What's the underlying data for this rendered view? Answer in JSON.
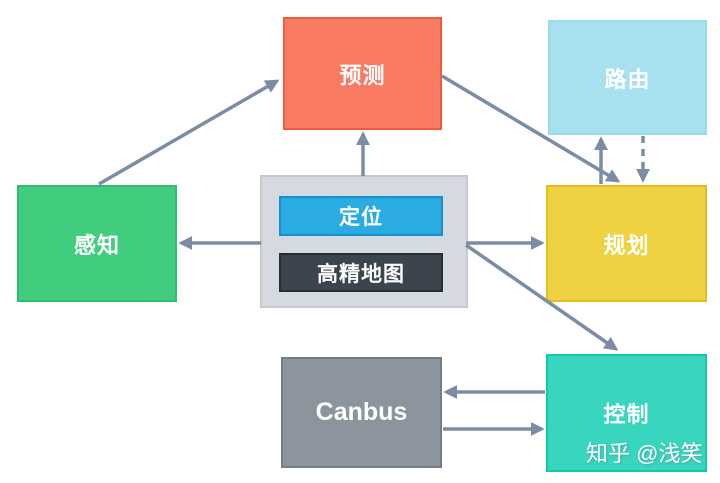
{
  "diagram": {
    "arrow_color": "#7C8DA3",
    "watermark": "知乎 @浅笑",
    "nodes": {
      "perception": {
        "label": "感知",
        "fill": "#41CD7D",
        "border": "#2EBE6F"
      },
      "prediction": {
        "label": "预测",
        "fill": "#F87A62",
        "border": "#F15B39"
      },
      "routing": {
        "label": "路由",
        "fill": "#A7E1F0",
        "border": "#99DAEC"
      },
      "planning": {
        "label": "规划",
        "fill": "#EFD242",
        "border": "#E5BE1E"
      },
      "control": {
        "label": "控制",
        "fill": "#38D6BF",
        "border": "#12C9AD"
      },
      "canbus": {
        "label": "Canbus",
        "fill": "#8C959D",
        "border": "#737D86"
      },
      "map_module": {
        "fill": "#D4DADF",
        "border": "#C2C9D0"
      },
      "localization": {
        "label": "定位",
        "fill": "#2AACE2",
        "border": "#1690C8"
      },
      "hd_map": {
        "label": "高精地图",
        "fill": "#3C444E",
        "border": "#262D35"
      }
    },
    "edges": [
      {
        "from": "perception",
        "to": "prediction",
        "style": "solid"
      },
      {
        "from": "prediction",
        "to": "planning",
        "style": "solid"
      },
      {
        "from": "map_module",
        "to": "prediction",
        "style": "solid"
      },
      {
        "from": "map_module",
        "to": "perception",
        "style": "solid"
      },
      {
        "from": "map_module",
        "to": "planning",
        "style": "solid"
      },
      {
        "from": "map_module",
        "to": "control",
        "style": "solid"
      },
      {
        "from": "planning",
        "to": "routing",
        "style": "solid"
      },
      {
        "from": "routing",
        "to": "planning",
        "style": "dashed"
      },
      {
        "from": "control",
        "to": "canbus",
        "style": "solid"
      },
      {
        "from": "canbus",
        "to": "control",
        "style": "solid"
      }
    ]
  }
}
